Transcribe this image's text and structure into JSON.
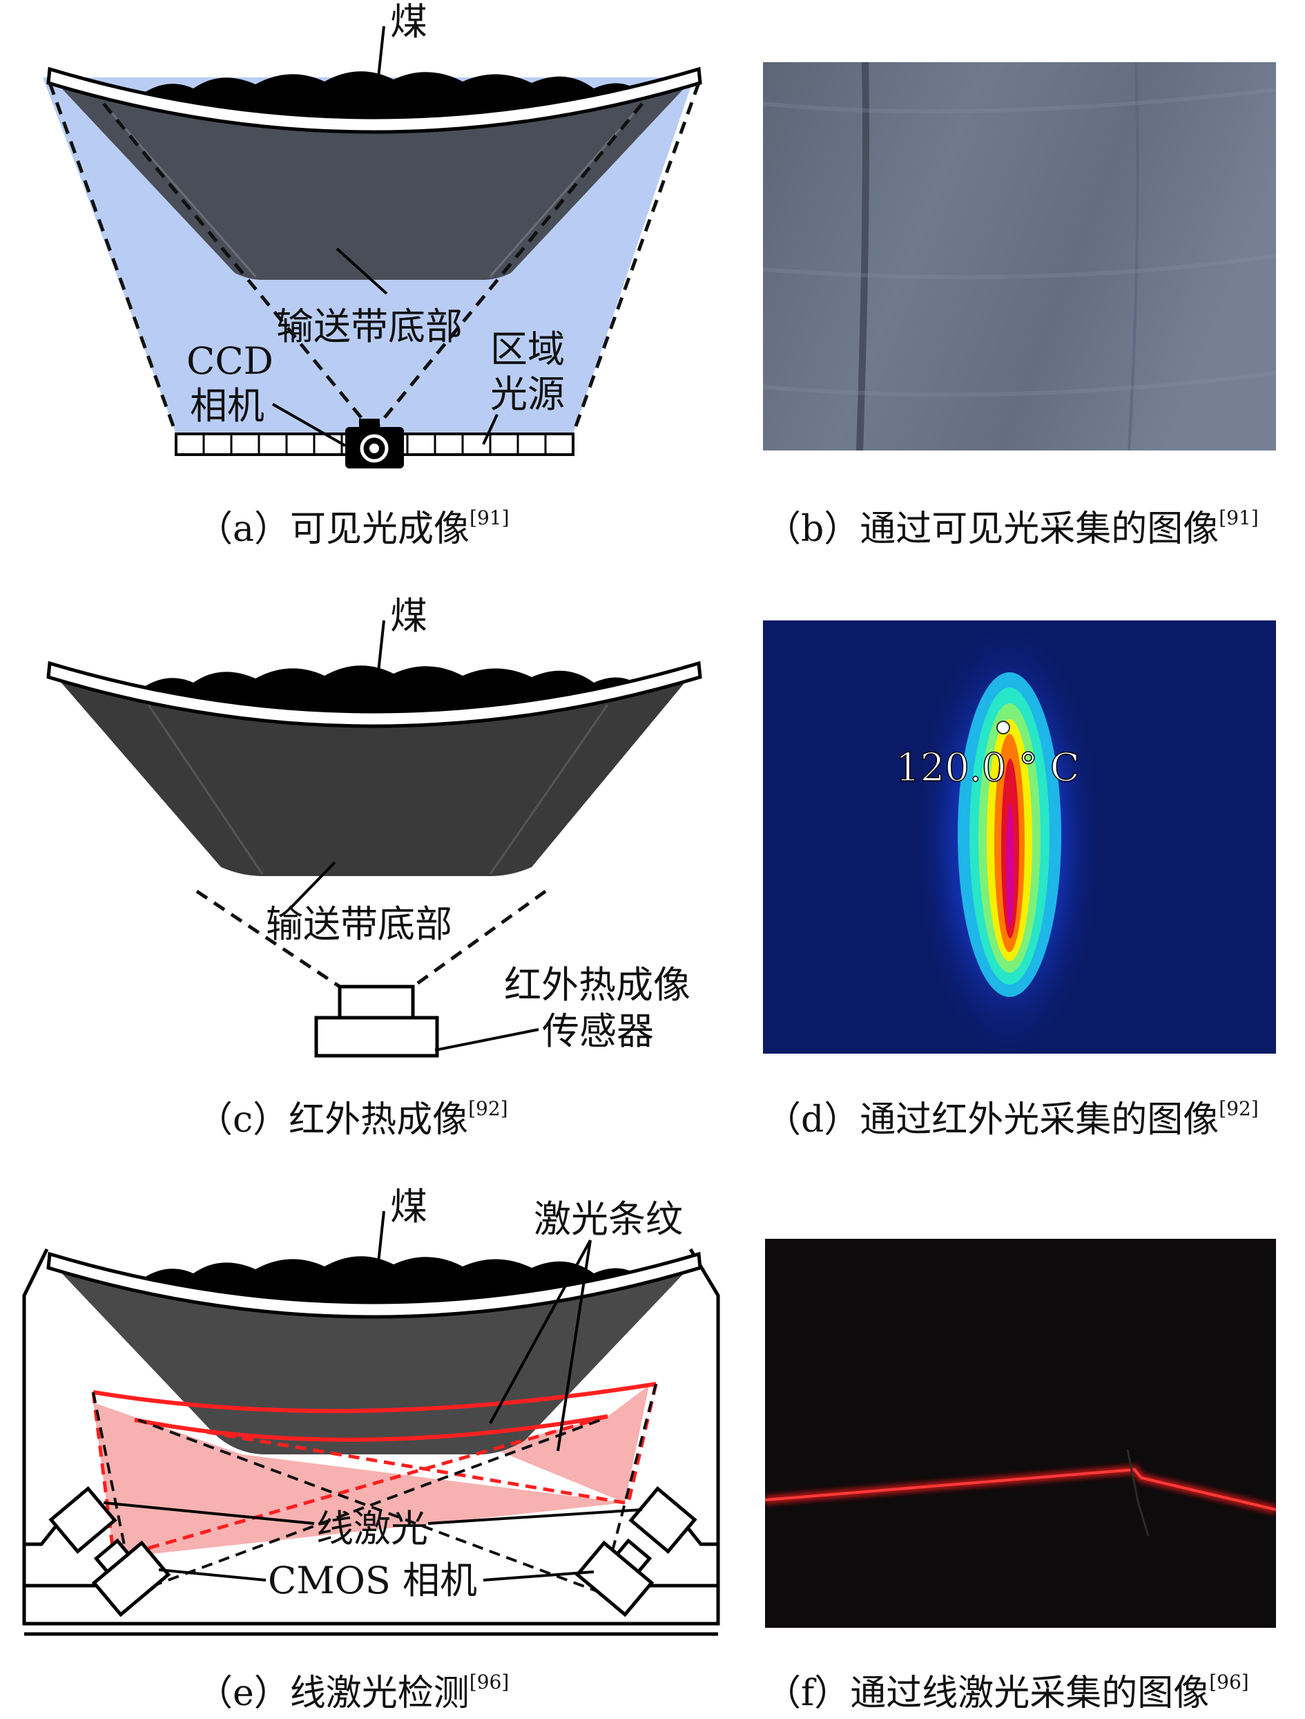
{
  "panels": {
    "a": {
      "caption": "（a）可见光成像",
      "ref": "[91]",
      "labels": {
        "coal": "煤",
        "belt_bottom": "输送带底部",
        "camera_line1": "CCD",
        "camera_line2": "相机",
        "light_line1": "区域",
        "light_line2": "光源"
      }
    },
    "b": {
      "caption": "（b）通过可见光采集的图像",
      "ref": "[91]"
    },
    "c": {
      "caption": "（c）红外热成像",
      "ref": "[92]",
      "labels": {
        "coal": "煤",
        "belt_bottom": "输送带底部",
        "sensor_line1": "红外热成像",
        "sensor_line2": "传感器"
      }
    },
    "d": {
      "caption": "（d）通过红外光采集的图像",
      "ref": "[92]",
      "temperature": "120.0 ° C"
    },
    "e": {
      "caption": "（e）线激光检测",
      "ref": "[96]",
      "labels": {
        "coal": "煤",
        "laser_stripe": "激光条纹",
        "line_laser": "线激光",
        "cmos_camera": "CMOS 相机"
      }
    },
    "f": {
      "caption": "（f）通过线激光采集的图像",
      "ref": "[96]"
    }
  },
  "colors": {
    "light_cone": "#b9cdf4",
    "belt_dark": "#3a3a3a",
    "laser_red": "#ff2020",
    "ir_background": "#0a1a66"
  }
}
